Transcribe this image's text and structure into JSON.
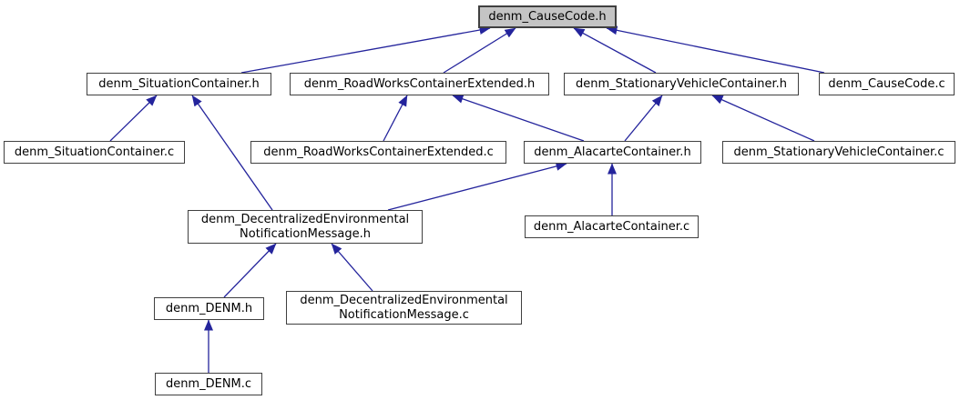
{
  "diagram": {
    "type": "include-dependency-graph",
    "colors": {
      "background": "#ffffff",
      "edge": "#24249c",
      "node_border": "#404040",
      "node_fill": "#ffffff",
      "highlight_fill": "#c4c4c4",
      "text": "#000000"
    },
    "nodes": [
      {
        "id": "causecode_h",
        "label": "denm_CauseCode.h",
        "highlighted": true
      },
      {
        "id": "situationcontainer_h",
        "label": "denm_SituationContainer.h"
      },
      {
        "id": "roadworks_h",
        "label": "denm_RoadWorksContainerExtended.h"
      },
      {
        "id": "stationary_h",
        "label": "denm_StationaryVehicleContainer.h"
      },
      {
        "id": "causecode_c",
        "label": "denm_CauseCode.c"
      },
      {
        "id": "situationcontainer_c",
        "label": "denm_SituationContainer.c"
      },
      {
        "id": "roadworks_c",
        "label": "denm_RoadWorksContainerExtended.c"
      },
      {
        "id": "alacarte_h",
        "label": "denm_AlacarteContainer.h"
      },
      {
        "id": "stationary_c",
        "label": "denm_StationaryVehicleContainer.c"
      },
      {
        "id": "denm_msg_h",
        "label": "denm_DecentralizedEnvironmental\nNotificationMessage.h"
      },
      {
        "id": "alacarte_c",
        "label": "denm_AlacarteContainer.c"
      },
      {
        "id": "denm_h",
        "label": "denm_DENM.h"
      },
      {
        "id": "denm_msg_c",
        "label": "denm_DecentralizedEnvironmental\nNotificationMessage.c"
      },
      {
        "id": "denm_c",
        "label": "denm_DENM.c"
      }
    ],
    "edges": [
      {
        "from": "situationcontainer_h",
        "to": "causecode_h",
        "fromX": 265,
        "toX": 538
      },
      {
        "from": "roadworks_h",
        "to": "causecode_h",
        "fromX": 487,
        "toX": 566
      },
      {
        "from": "stationary_h",
        "to": "causecode_h",
        "fromX": 720,
        "toX": 630
      },
      {
        "from": "causecode_c",
        "to": "causecode_h",
        "fromX": 905,
        "toX": 666
      },
      {
        "from": "situationcontainer_c",
        "to": "situationcontainer_h",
        "fromX": 121,
        "toX": 172
      },
      {
        "from": "denm_msg_h",
        "to": "situationcontainer_h",
        "fromX": 299,
        "toX": 211
      },
      {
        "from": "roadworks_c",
        "to": "roadworks_h",
        "fromX": 421,
        "toX": 447
      },
      {
        "from": "alacarte_h",
        "to": "roadworks_h",
        "fromX": 641,
        "toX": 497
      },
      {
        "from": "alacarte_h",
        "to": "stationary_h",
        "fromX": 686,
        "toX": 727
      },
      {
        "from": "stationary_c",
        "to": "stationary_h",
        "fromX": 894,
        "toX": 782
      },
      {
        "from": "denm_msg_h",
        "to": "alacarte_h",
        "fromX": 426,
        "toX": 622
      },
      {
        "from": "alacarte_c",
        "to": "alacarte_h",
        "fromX": 672,
        "toX": 672
      },
      {
        "from": "denm_h",
        "to": "denm_msg_h",
        "fromX": 246,
        "toX": 303
      },
      {
        "from": "denm_msg_c",
        "to": "denm_msg_h",
        "fromX": 409,
        "toX": 364
      },
      {
        "from": "denm_c",
        "to": "denm_h",
        "fromX": 229,
        "toX": 229
      }
    ]
  }
}
